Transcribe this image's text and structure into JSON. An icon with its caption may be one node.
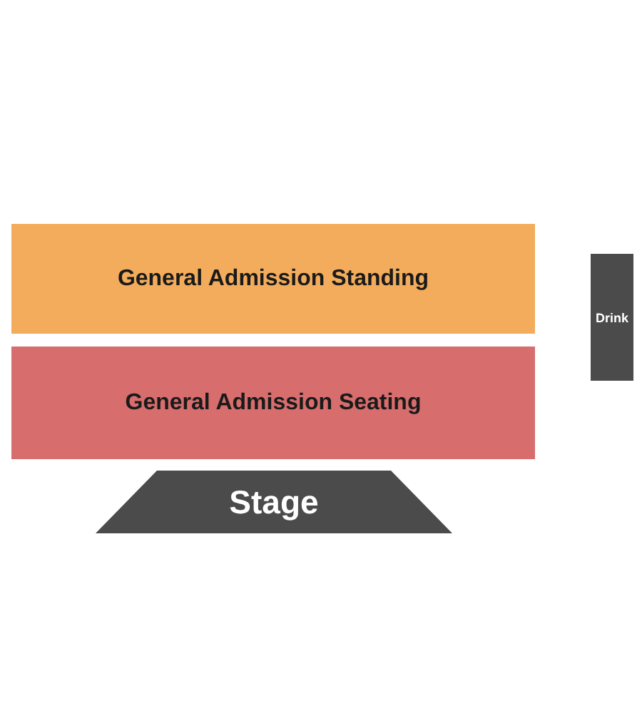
{
  "diagram": {
    "nodes": [
      {
        "text": [
          "General Admission Standing"
        ]
      },
      {
        "text": [
          "General Admission Seating"
        ]
      },
      {
        "text": [
          "Stage"
        ]
      },
      {
        "text": [
          "Drink"
        ]
      }
    ]
  }
}
